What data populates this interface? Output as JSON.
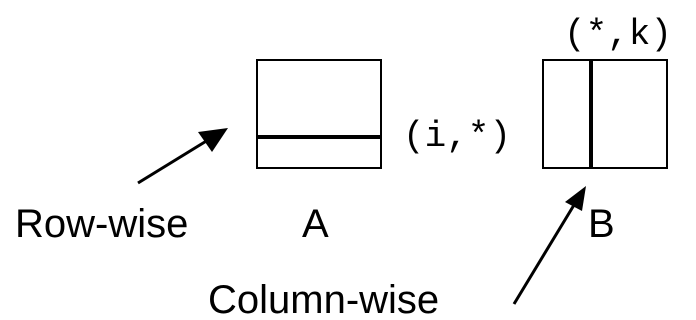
{
  "diagram": {
    "labels": {
      "row_wise": "Row-wise",
      "column_wise": "Column-wise",
      "matrix_a": "A",
      "matrix_b": "B",
      "index_i": "(i,*)",
      "index_k": "(*,k)"
    },
    "colors": {
      "stroke": "#000000",
      "background": "#ffffff"
    }
  }
}
